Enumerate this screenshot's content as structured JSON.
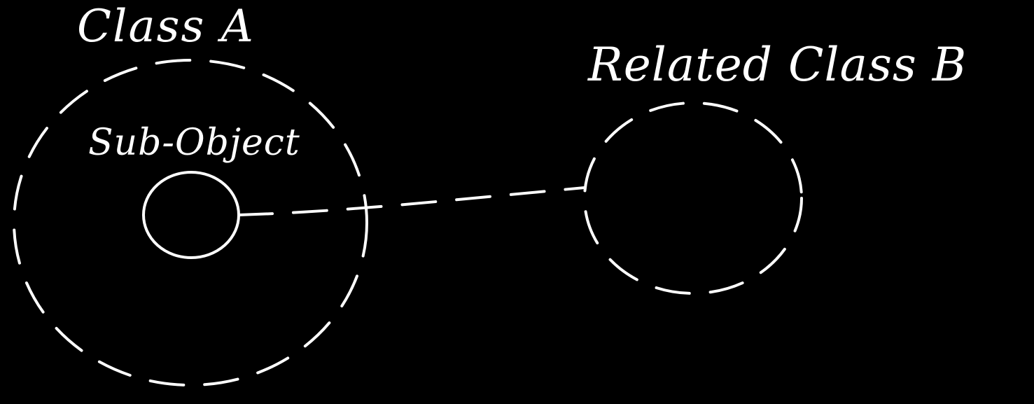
{
  "diagram": {
    "labels": {
      "class_a": "Class A",
      "sub_object": "Sub-Object",
      "related_class_b": "Related Class B"
    },
    "colors": {
      "background": "#000000",
      "stroke": "#ffffff"
    }
  }
}
